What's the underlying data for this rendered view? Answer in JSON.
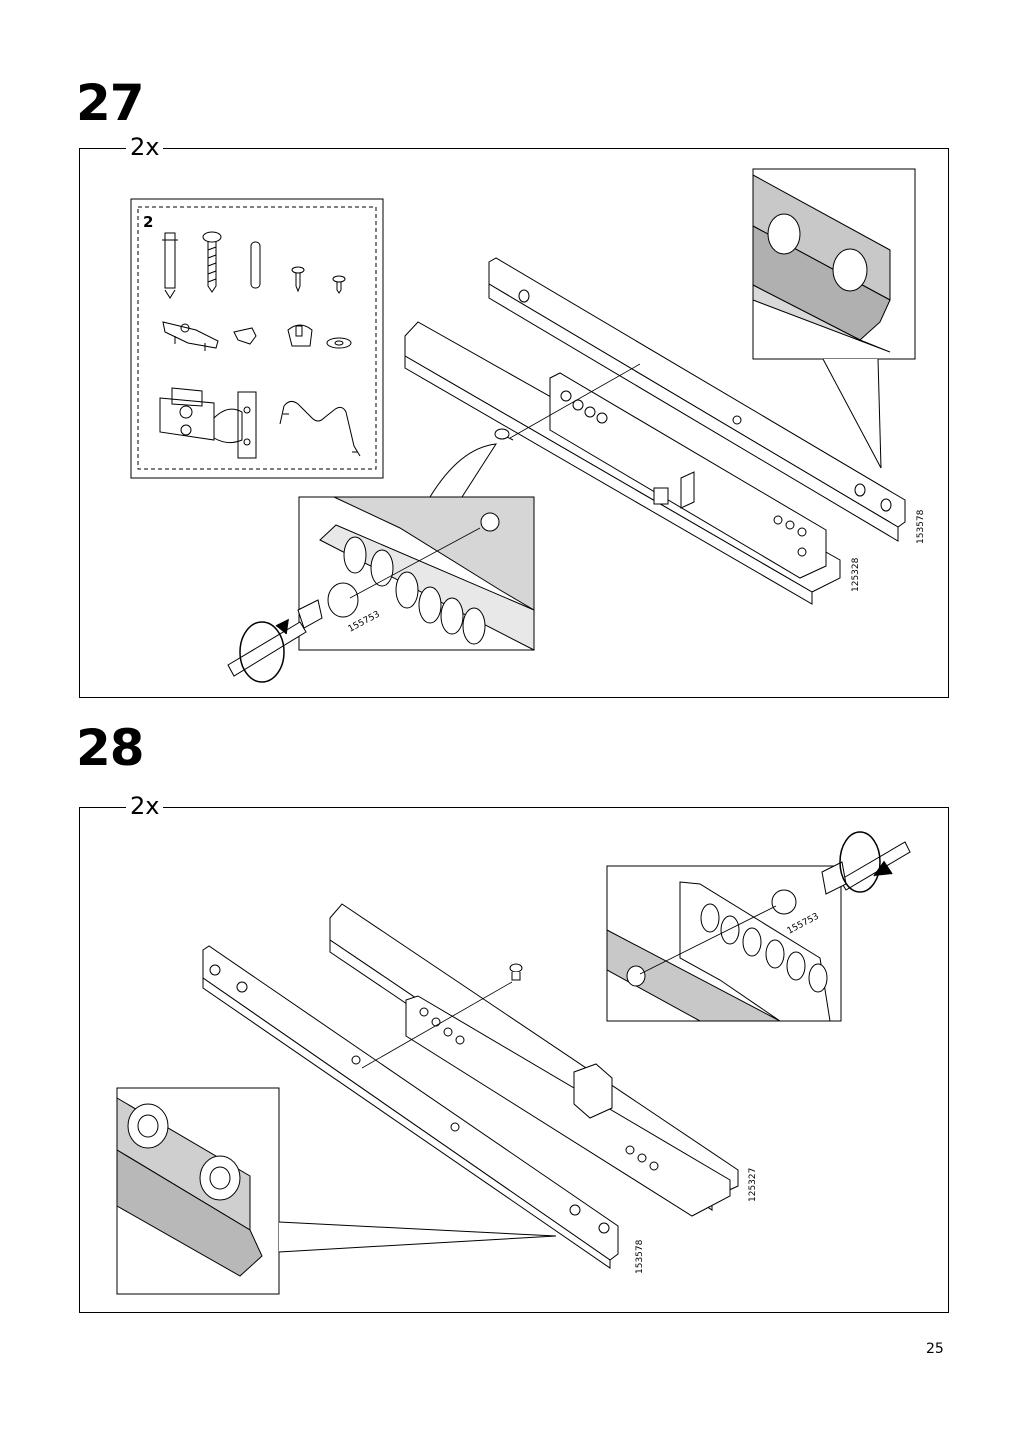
{
  "steps": [
    {
      "number": "27",
      "quantity": "2x",
      "part_bag_number": "2",
      "part_codes": [
        "153578",
        "125328",
        "155753"
      ]
    },
    {
      "number": "28",
      "quantity": "2x",
      "part_codes": [
        "125327",
        "153578",
        "155753"
      ]
    }
  ],
  "page_number": "25"
}
